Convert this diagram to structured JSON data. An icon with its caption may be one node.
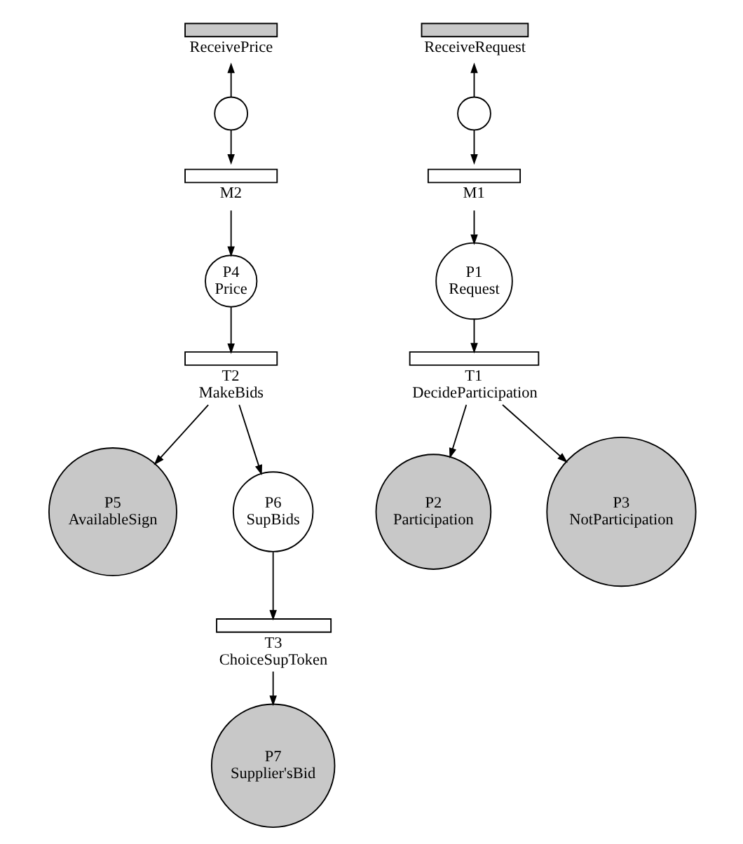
{
  "diagram": {
    "nodes": [
      {
        "text": [
          "ReceivePrice"
        ]
      },
      {
        "text": [],
        "shape": "circle"
      },
      {
        "text": [
          "M2"
        ]
      },
      {
        "text": [
          "P4",
          "Price"
        ]
      },
      {
        "text": [
          "T2",
          "MakeBids"
        ]
      },
      {
        "text": [
          "P5",
          "AvailableSign"
        ]
      },
      {
        "text": [
          "P6",
          "SupBids"
        ]
      },
      {
        "text": [
          "T3",
          "ChoiceSupToken"
        ]
      },
      {
        "text": [
          "P7",
          "Supplier'sBid"
        ]
      },
      {
        "text": [
          "ReceiveRequest"
        ]
      },
      {
        "text": [],
        "shape": "circle"
      },
      {
        "text": [
          "M1"
        ]
      },
      {
        "text": [
          "P1",
          "Request"
        ]
      },
      {
        "text": [
          "T1",
          "DecideParticipation"
        ]
      },
      {
        "text": [
          "P2",
          "Participation"
        ]
      },
      {
        "text": [
          "P3",
          "NotParticipation"
        ]
      }
    ],
    "edges": [
      {
        "from": 1,
        "to": 0,
        "arrow": "to"
      },
      {
        "from": 1,
        "to": 2,
        "arrow": "to"
      },
      {
        "from": 2,
        "to": 3,
        "arrow": "to"
      },
      {
        "from": 3,
        "to": 4,
        "arrow": "to"
      },
      {
        "from": 4,
        "to": 5,
        "arrow": "to"
      },
      {
        "from": 4,
        "to": 6,
        "arrow": "to"
      },
      {
        "from": 6,
        "to": 7,
        "arrow": "to"
      },
      {
        "from": 7,
        "to": 8,
        "arrow": "to"
      },
      {
        "from": 10,
        "to": 9,
        "arrow": "to"
      },
      {
        "from": 10,
        "to": 11,
        "arrow": "to"
      },
      {
        "from": 11,
        "to": 12,
        "arrow": "to"
      },
      {
        "from": 12,
        "to": 13,
        "arrow": "to"
      },
      {
        "from": 13,
        "to": 14,
        "arrow": "to"
      },
      {
        "from": 13,
        "to": 15,
        "arrow": "to"
      }
    ]
  }
}
